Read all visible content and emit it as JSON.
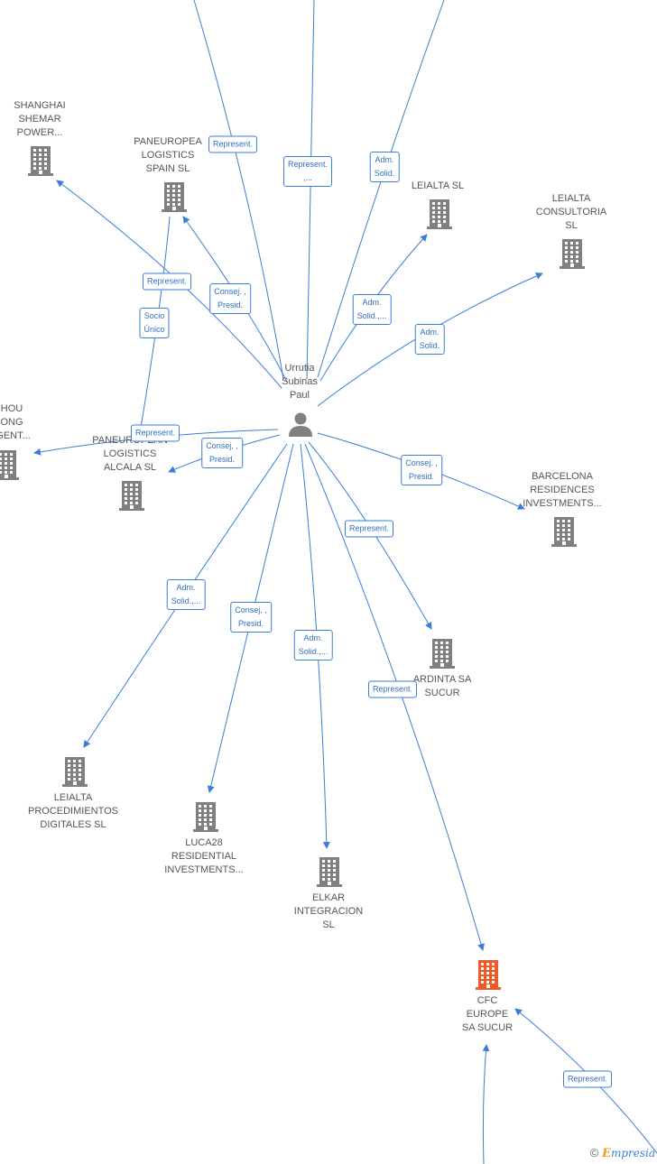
{
  "colors": {
    "edge": "#3a7fd5",
    "building": "#808080",
    "focus_building": "#f05a28",
    "person": "#808080"
  },
  "person": {
    "label": [
      "Urrutia",
      "Subinas",
      "Paul"
    ],
    "icon": "person-icon"
  },
  "nodes": [
    {
      "id": "shanghai",
      "label": [
        "SHANGHAI",
        "SHEMAR",
        "POWER..."
      ],
      "icon": "building-icon"
    },
    {
      "id": "paneuropean-spain",
      "label": [
        "PANEUROPEA",
        "LOGISTICS",
        "SPAIN  SL"
      ],
      "icon": "building-icon"
    },
    {
      "id": "leialta-sl",
      "label": [
        "LEIALTA  SL"
      ],
      "icon": "building-icon"
    },
    {
      "id": "leialta-consultoria",
      "label": [
        "LEIALTA",
        "CONSULTORIA",
        "SL"
      ],
      "icon": "building-icon"
    },
    {
      "id": "hou",
      "label": [
        "HOU",
        "ONG",
        "IGENT..."
      ],
      "icon": "building-icon"
    },
    {
      "id": "paneuropean-alcala",
      "label": [
        "PANEUROPEAN",
        "LOGISTICS",
        "ALCALA  SL"
      ],
      "icon": "building-icon"
    },
    {
      "id": "barcelona",
      "label": [
        "BARCELONA",
        "RESIDENCES",
        "INVESTMENTS..."
      ],
      "icon": "building-icon"
    },
    {
      "id": "ardinta",
      "label": [
        "ARDINTA SA",
        "SUCUR"
      ],
      "icon": "building-icon"
    },
    {
      "id": "leialta-proc",
      "label": [
        "LEIALTA",
        "PROCEDIMIENTOS",
        "DIGITALES  SL"
      ],
      "icon": "building-icon"
    },
    {
      "id": "luca28",
      "label": [
        "LUCA28",
        "RESIDENTIAL",
        "INVESTMENTS..."
      ],
      "icon": "building-icon"
    },
    {
      "id": "elkar",
      "label": [
        "ELKAR",
        "INTEGRACION",
        "SL"
      ],
      "icon": "building-icon"
    },
    {
      "id": "cfc",
      "label": [
        "CFC",
        "EUROPE",
        "SA SUCUR"
      ],
      "icon": "building-icon",
      "focus": true
    }
  ],
  "relations": [
    "Represent.",
    [
      "Represent.",
      ",..."
    ],
    [
      "Adm.",
      "Solid."
    ],
    "Represent.",
    [
      "Consej. ,",
      "Presid."
    ],
    [
      "Socio",
      "Único"
    ],
    [
      "Adm.",
      "Solid.,..."
    ],
    [
      "Adm.",
      "Solid."
    ],
    "Represent.",
    [
      "Consej. ,",
      "Presid."
    ],
    [
      "Consej. ,",
      "Presid."
    ],
    "Represent.",
    [
      "Adm.",
      "Solid.,..."
    ],
    [
      "Consej. ,",
      "Presid."
    ],
    [
      "Adm.",
      "Solid.,..."
    ],
    "Represent.",
    "Represent."
  ],
  "watermark": {
    "copyright": "©",
    "brand_initial": "E",
    "brand_rest": "mpresia"
  }
}
